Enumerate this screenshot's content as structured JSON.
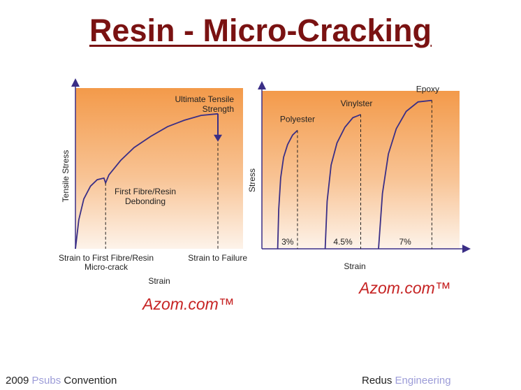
{
  "slide": {
    "title": "Resin - Micro-Cracking"
  },
  "footer": {
    "left_year": "2009",
    "left_accent": "Psubs",
    "left_rest": "Convention",
    "right_main": "Redus",
    "right_accent": "Engineering"
  },
  "colors": {
    "title": "#7a1212",
    "footer_accent": "#9c9cd8",
    "curve": "#3a2e86",
    "gradient_top": "#f39a4a",
    "gradient_bottom": "#fdf3ea",
    "logo": "#c62424"
  },
  "chart_data": [
    {
      "type": "line",
      "title": "",
      "xlabel": "Strain",
      "ylabel": "Tensile Stress",
      "xlim": [
        0,
        1
      ],
      "ylim": [
        0,
        1
      ],
      "grid": false,
      "series": [
        {
          "x": [
            0.0,
            0.02,
            0.05,
            0.09,
            0.13,
            0.17,
            0.18,
            0.2,
            0.27,
            0.35,
            0.45,
            0.55,
            0.65,
            0.75,
            0.85
          ],
          "y": [
            0.0,
            0.18,
            0.31,
            0.39,
            0.43,
            0.44,
            0.41,
            0.46,
            0.55,
            0.63,
            0.7,
            0.76,
            0.8,
            0.83,
            0.84
          ]
        }
      ],
      "markers": [
        {
          "x": 0.18,
          "label_lines": [
            "Strain to First Fibre/Resin",
            "Micro-crack"
          ]
        },
        {
          "x": 0.85,
          "label_lines": [
            "Strain to Failure"
          ]
        }
      ],
      "annotations": [
        {
          "x": 0.85,
          "y": 0.84,
          "lines": [
            "Ultimate Tensile",
            "Strength"
          ]
        },
        {
          "x": 0.2,
          "y": 0.4,
          "lines": [
            "First Fibre/Resin",
            "Debonding"
          ]
        }
      ],
      "logo": "Azom.com™"
    },
    {
      "type": "line",
      "title": "",
      "xlabel": "Strain",
      "ylabel": "Stress",
      "xlim": [
        0,
        1
      ],
      "ylim": [
        0,
        1
      ],
      "grid": false,
      "series": [
        {
          "name": "Polyester",
          "strain_label": "3%",
          "x": [
            0.08,
            0.085,
            0.095,
            0.11,
            0.13,
            0.155,
            0.18
          ],
          "y": [
            0.0,
            0.25,
            0.45,
            0.58,
            0.66,
            0.72,
            0.75
          ]
        },
        {
          "name": "Vinylster",
          "strain_label": "4.5%",
          "x": [
            0.32,
            0.33,
            0.35,
            0.38,
            0.42,
            0.46,
            0.5
          ],
          "y": [
            0.0,
            0.3,
            0.53,
            0.67,
            0.77,
            0.83,
            0.85
          ]
        },
        {
          "name": "Epoxy",
          "strain_label": "7%",
          "x": [
            0.59,
            0.61,
            0.64,
            0.68,
            0.73,
            0.79,
            0.86
          ],
          "y": [
            0.0,
            0.35,
            0.6,
            0.76,
            0.87,
            0.93,
            0.94
          ]
        }
      ],
      "logo": "Azom.com™"
    }
  ]
}
